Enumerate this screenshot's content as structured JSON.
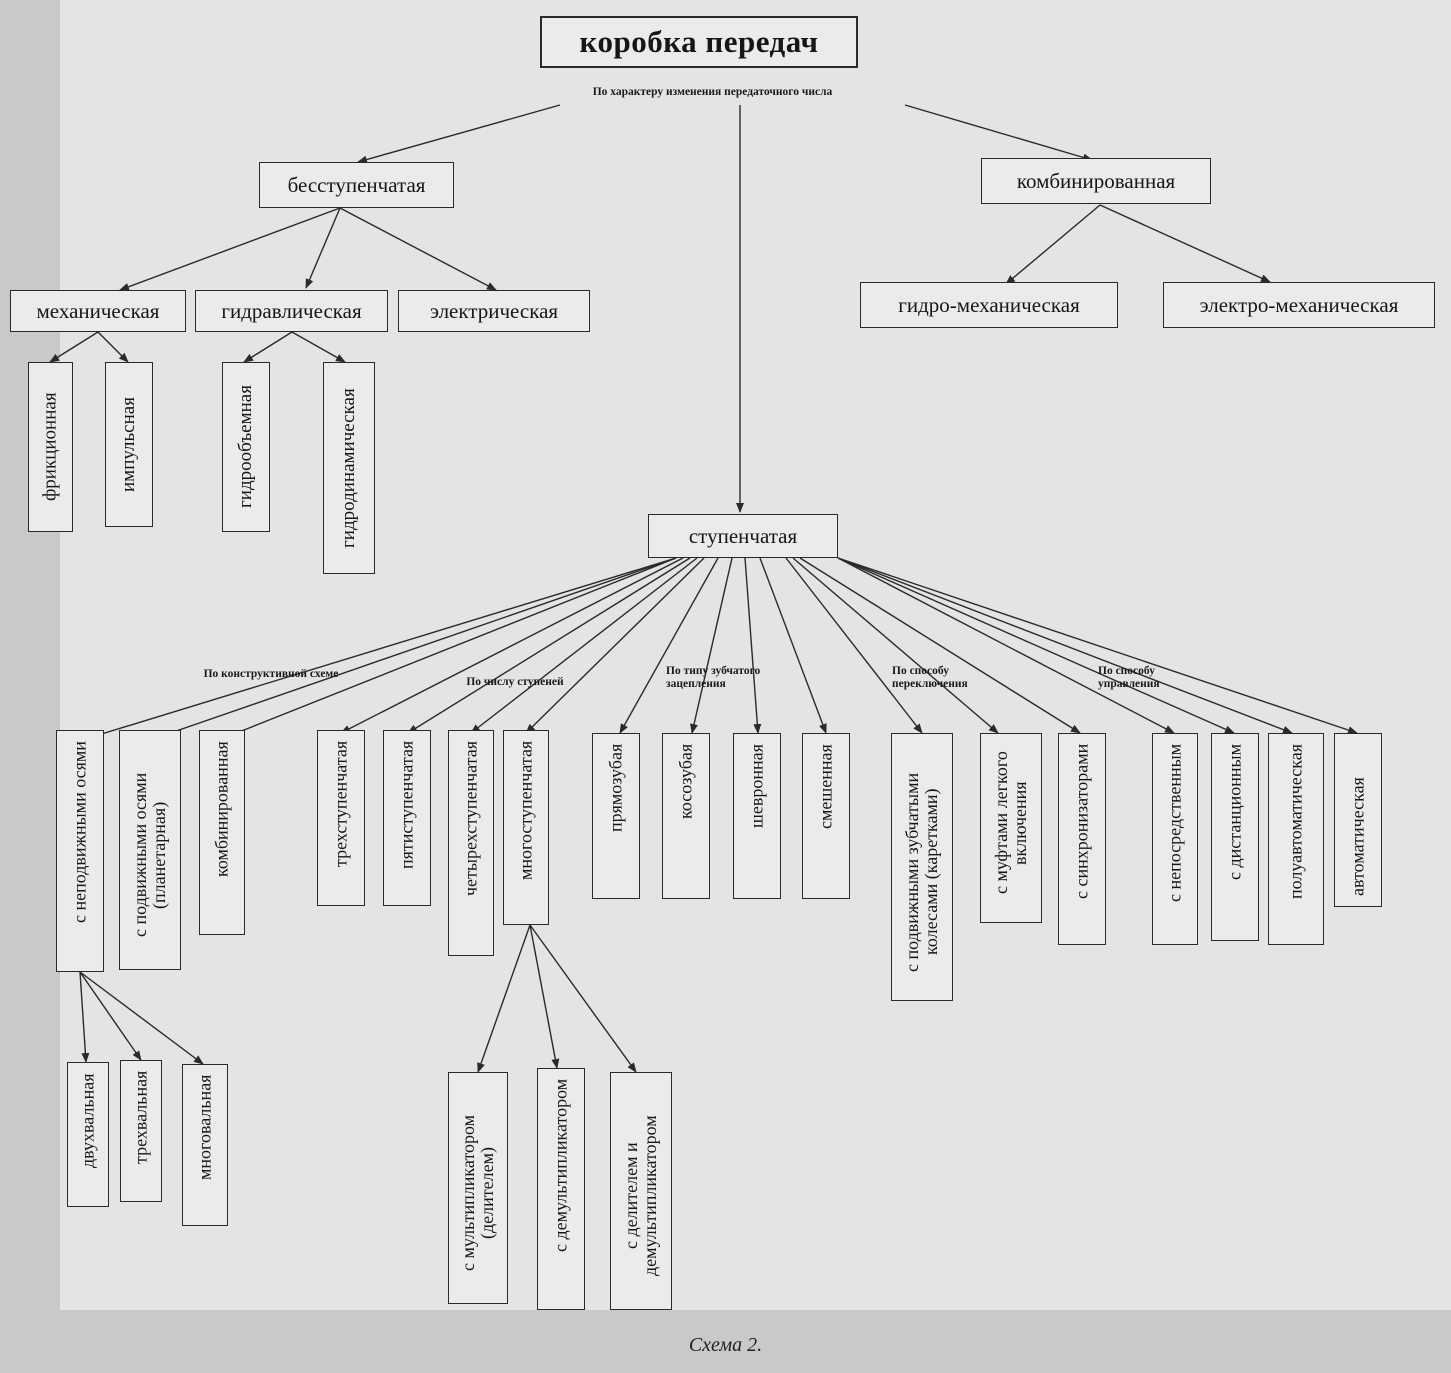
{
  "title": "коробка передач",
  "criteria": {
    "ratio": "По характеру изменения передаточного числа",
    "design": "По конструктивной схеме",
    "steps": "По числу ступеней",
    "gear_mesh": "По типу зубчатого зацепления",
    "shifting": "По способу переключения",
    "control": "По способу управления"
  },
  "nodes": {
    "stepless": "бесступенчатая",
    "combined": "комбинированная",
    "stepped": "ступенчатая",
    "mechanical": "механическая",
    "hydraulic": "гидравлическая",
    "electric": "электрическая",
    "hydro_mechanical": "гидро-механическая",
    "electro_mechanical": "электро-механическая",
    "friction": "фрикционная",
    "impulse": "импульсная",
    "hydrostatic": "гидрообъемная",
    "hydrodynamic": "гидродинамическая",
    "fixed_axes": "с неподвижными осями",
    "moving_axes": "с подвижными осями (планетарная)",
    "combined_design": "комбинированная",
    "three_step": "трехступенчатая",
    "five_step": "пятиступенчатая",
    "four_step": "четырехступенчатая",
    "multi_step": "многоступенчатая",
    "spur": "прямозубая",
    "helical": "косозубая",
    "herringbone": "шевронная",
    "mixed": "смешенная",
    "sliding_gears": "с подвижными зубчатыми колесами (каретками)",
    "easy_clutches": "с муфтами легкого включения",
    "synchronizers": "с синхронизаторами",
    "direct": "с непосредственным",
    "remote": "с дистанционным",
    "semi_auto": "полуавтоматическая",
    "automatic": "автоматическая",
    "two_shaft": "двухвальная",
    "three_shaft": "трехвальная",
    "multi_shaft": "многовальная",
    "multiplier": "с мультипликатором (делителем)",
    "demultiplier": "с демультипликатором",
    "divider_demultiplier": "с делителем и демультипликатором"
  },
  "caption": "Схема 2.",
  "colors": {
    "line": "#2a2a2a",
    "paper": "#e4e4e4",
    "box": "#ebebeb"
  }
}
